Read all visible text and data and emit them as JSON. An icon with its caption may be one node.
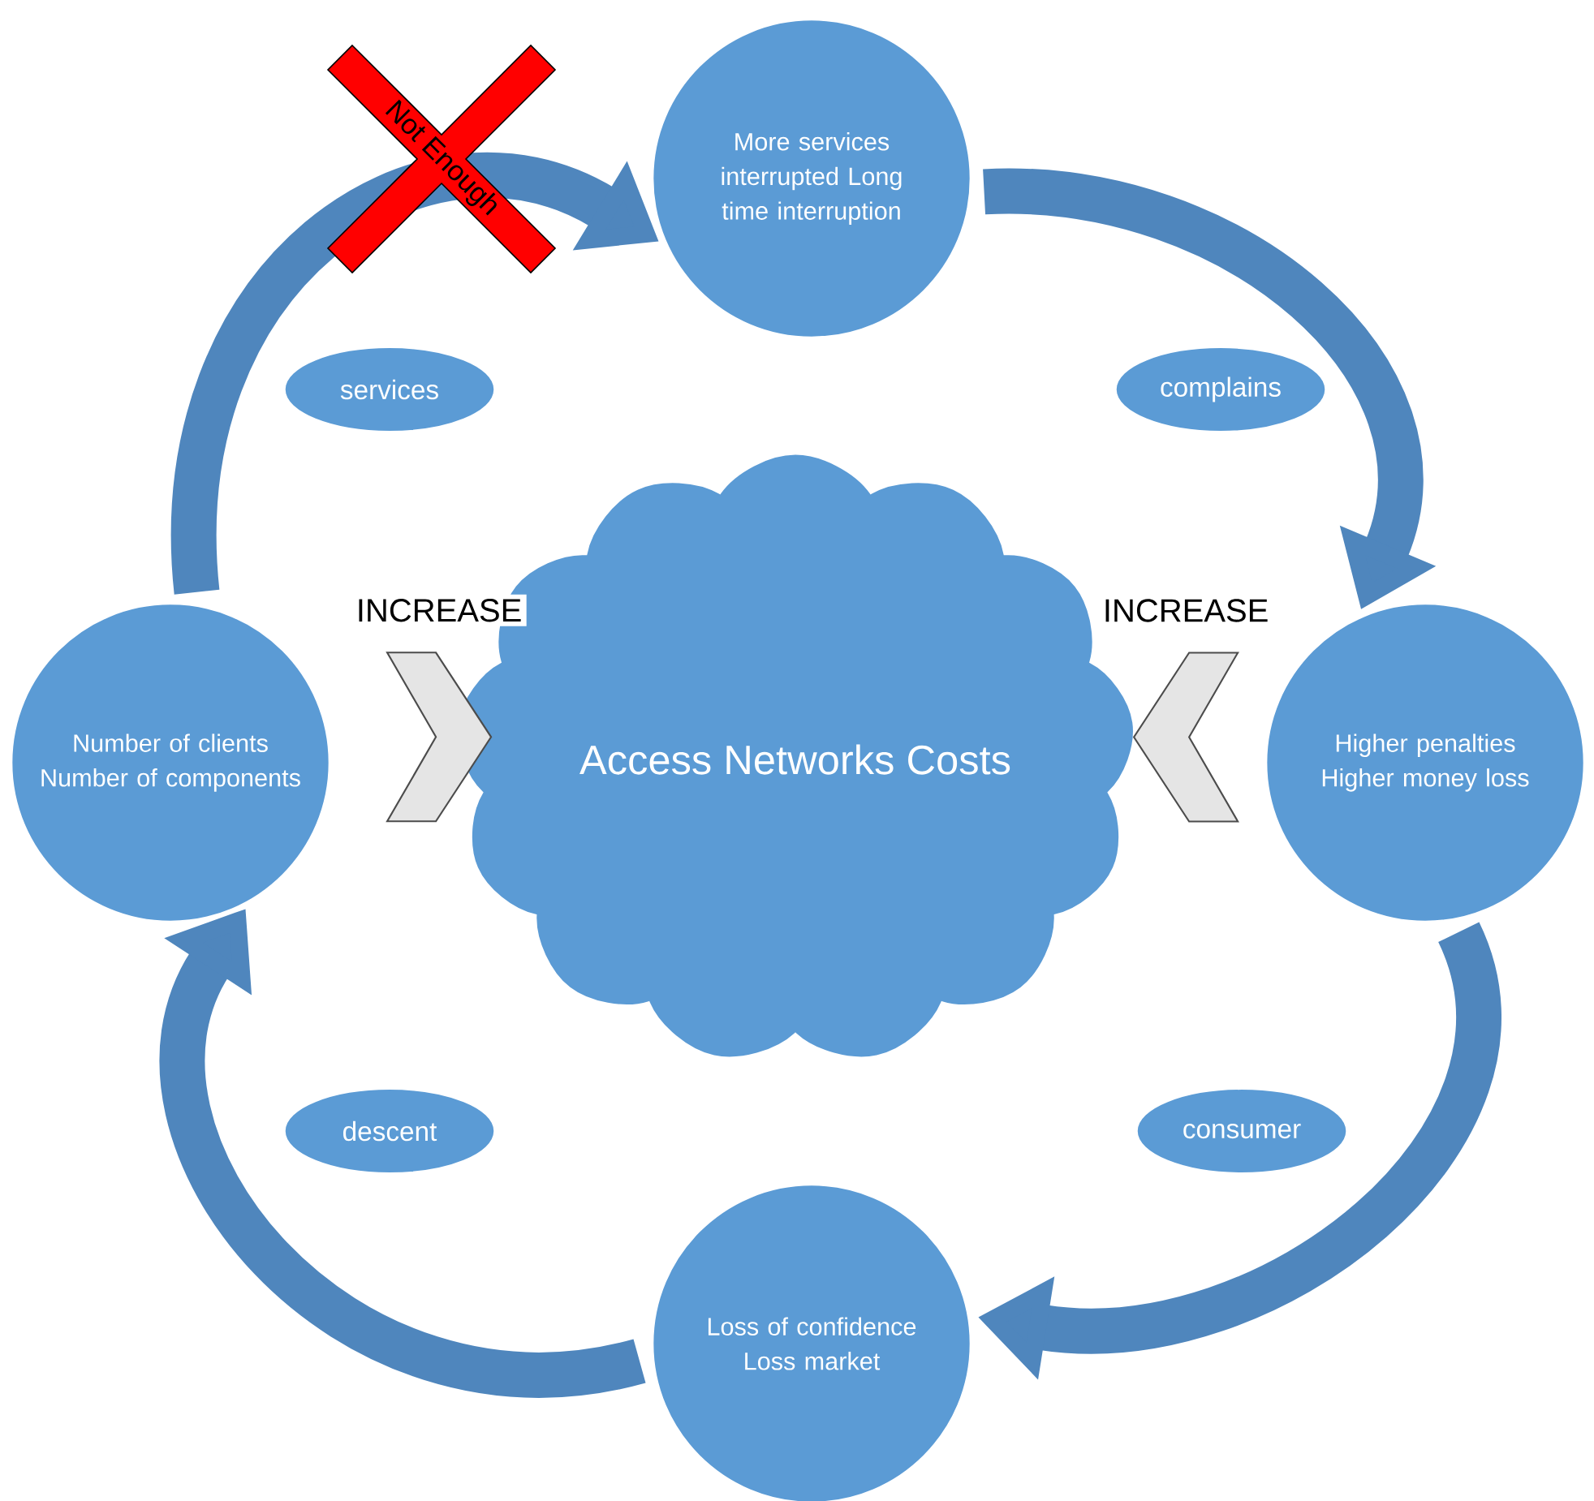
{
  "diagram": {
    "nodes": [
      {
        "text": [
          "More services interrupted Long time interruption"
        ]
      },
      {
        "text": [
          "Higher penalties Higher money loss"
        ]
      },
      {
        "text": [
          "Loss of confidence Loss market"
        ]
      },
      {
        "text": [
          "Number of clients Number of components"
        ]
      },
      {
        "text": [
          "Access Networks Costs"
        ]
      },
      {
        "text": [
          "services"
        ]
      },
      {
        "text": [
          "complains"
        ]
      },
      {
        "text": [
          "consumer"
        ]
      },
      {
        "text": [
          "descent"
        ]
      }
    ],
    "edges": [
      {
        "from": 3,
        "to": 0,
        "arrow": "to"
      },
      {
        "from": 0,
        "to": 1,
        "arrow": "to"
      },
      {
        "from": 1,
        "to": 2,
        "arrow": "to"
      },
      {
        "from": 2,
        "to": 3,
        "arrow": "to"
      },
      {
        "from": 3,
        "to": 4,
        "arrow": "to",
        "label": "INCREASE"
      },
      {
        "from": 1,
        "to": 4,
        "arrow": "to",
        "label": "INCREASE"
      }
    ],
    "labels": [
      "Not Enough"
    ]
  }
}
